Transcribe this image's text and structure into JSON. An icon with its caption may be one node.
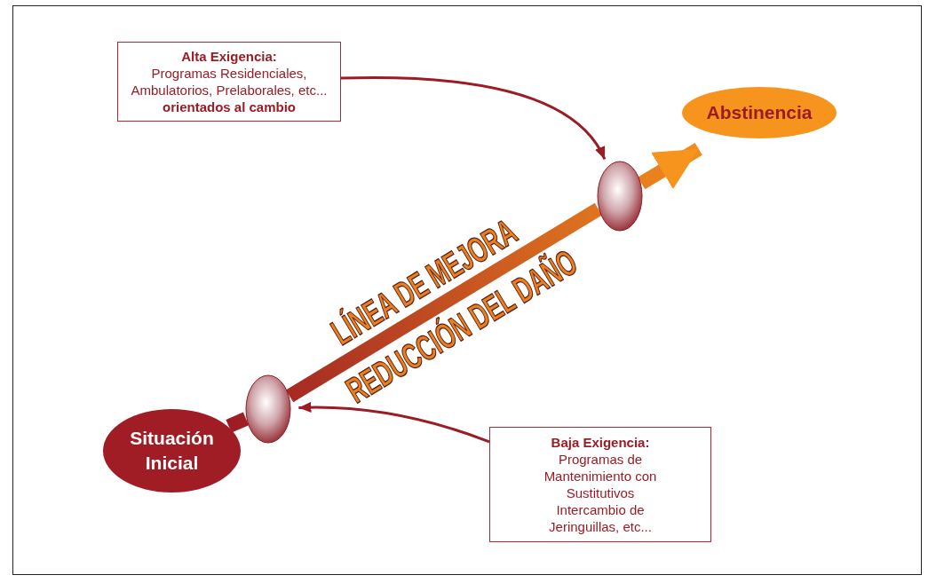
{
  "diagram": {
    "nodes": [
      {
        "text": [
          "Alta Exigencia:",
          "Programas Residenciales, Ambulatorios, Prelaborales, etc... **orientados al cambio**"
        ]
      },
      {
        "text": [
          "Abstinencia"
        ]
      },
      {
        "text": [],
        "shape": "ellipse"
      },
      {
        "text": [],
        "shape": "ellipse"
      },
      {
        "text": [
          "Situación Inicial"
        ]
      },
      {
        "text": [
          "Baja Exigencia:",
          "Programas de Mantenimiento con Sustitutivos",
          "Intercambio de Jeringuillas, etc..."
        ]
      }
    ],
    "edges": [
      {
        "from": 4,
        "to": 3,
        "arrow": "none",
        "style": "thick",
        "color": "#f7941d"
      },
      {
        "from": 3,
        "to": 2,
        "arrow": "none",
        "style": "thick",
        "color": "#f7941d"
      },
      {
        "from": 2,
        "to": 1,
        "arrow": "to",
        "style": "thick",
        "color": "#f7941d"
      },
      {
        "from": 0,
        "to": 2,
        "arrow": "to"
      },
      {
        "from": 5,
        "to": 3,
        "arrow": "to"
      }
    ],
    "labels": [
      "LÍNEA DE MEJORA",
      "REDUCCIÓN DEL DAÑO"
    ]
  }
}
